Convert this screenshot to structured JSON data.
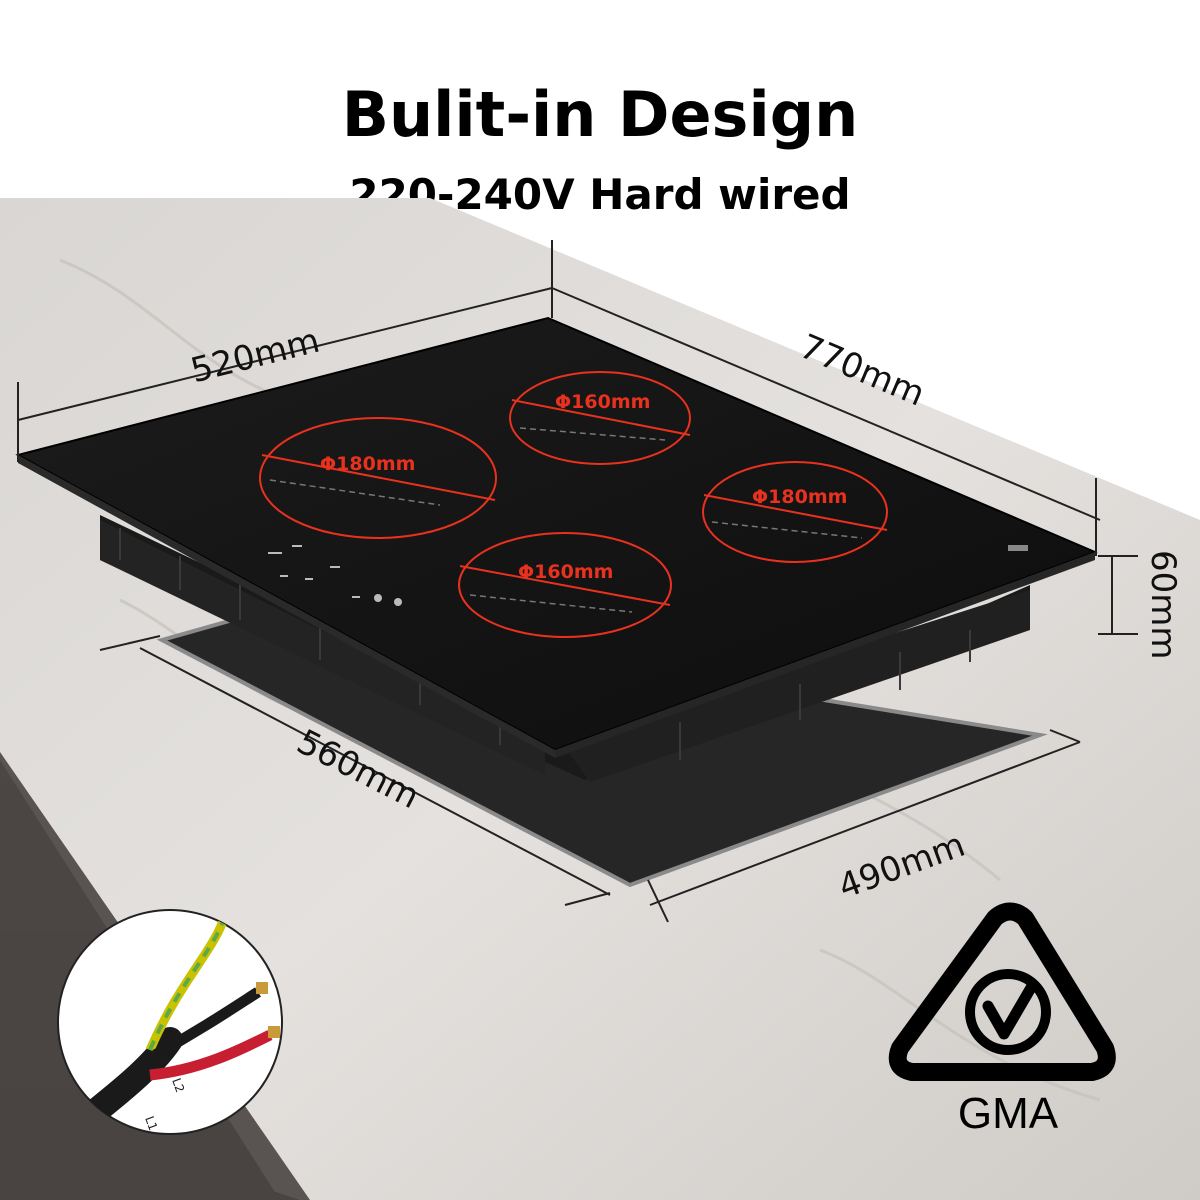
{
  "header": {
    "title": "Bulit-in Design",
    "subtitle": "220-240V Hard wired"
  },
  "dimensions": {
    "width": "520mm",
    "length": "770mm",
    "height": "60mm",
    "cutout_length": "560mm",
    "cutout_width": "490mm"
  },
  "zones": [
    {
      "label": "Φ180mm"
    },
    {
      "label": "Φ160mm"
    },
    {
      "label": "Φ180mm"
    },
    {
      "label": "Φ160mm"
    }
  ],
  "wires": {
    "l1": "L1",
    "l2": "L2"
  },
  "certification": {
    "mark": "GMA"
  },
  "colors": {
    "zone_ring": "#e8321e",
    "glass": "#111111",
    "wire_green": "#b8d43a",
    "wire_red": "#c81e32"
  }
}
